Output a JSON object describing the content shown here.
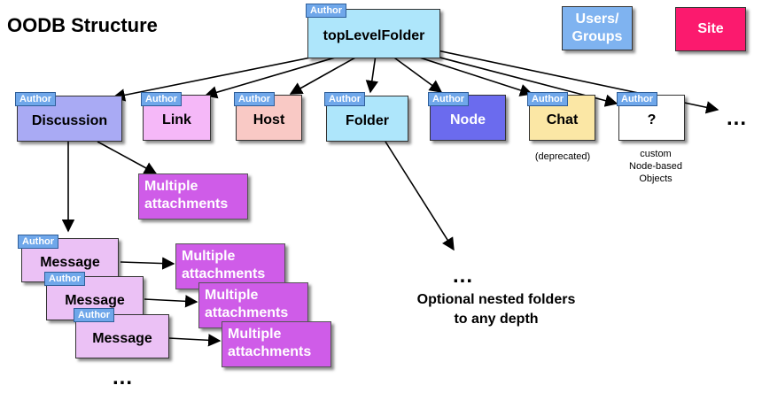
{
  "title": "OODB Structure",
  "author_tag": "Author",
  "top_node": "topLevelFolder",
  "users_groups": "Users/\nGroups",
  "site": "Site",
  "children": {
    "discussion": "Discussion",
    "link": "Link",
    "host": "Host",
    "folder": "Folder",
    "node": "Node",
    "chat": "Chat",
    "unknown": "?"
  },
  "chat_note": "(deprecated)",
  "custom_note": "custom\nNode-based\nObjects",
  "attachments_label": "Multiple\nattachments",
  "message_label": "Message",
  "ellipsis": "...",
  "optional_folders": "Optional nested folders\nto any depth",
  "colors": {
    "author_tag": "#6fa7ea",
    "top_node": "#aee6fb",
    "users_groups": "#7fb3f0",
    "site": "#fb1a6e",
    "discussion": "#a9aaf4",
    "link": "#f5b8f8",
    "host": "#f9c9c5",
    "folder": "#aee6fb",
    "node": "#6b6bee",
    "chat": "#fbe7a5",
    "unknown": "#ffffff",
    "message": "#ebc1f5",
    "attachments": "#cf5ce8"
  }
}
